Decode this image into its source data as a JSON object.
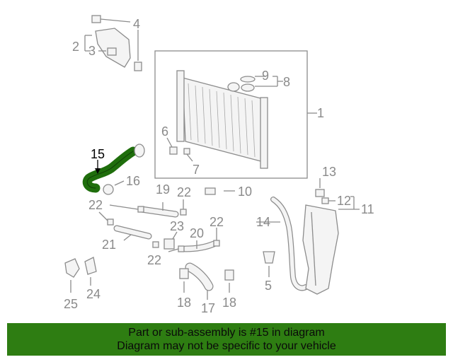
{
  "callouts": {
    "c1": "1",
    "c2": "2",
    "c3": "3",
    "c4": "4",
    "c5": "5",
    "c6": "6",
    "c7": "7",
    "c8": "8",
    "c9": "9",
    "c10": "10",
    "c11": "11",
    "c12": "12",
    "c13": "13",
    "c14": "14",
    "c15": "15",
    "c16": "16",
    "c17": "17",
    "c18a": "18",
    "c18b": "18",
    "c19": "19",
    "c20": "20",
    "c21": "21",
    "c22a": "22",
    "c22b": "22",
    "c22c": "22",
    "c22d": "22",
    "c23": "23",
    "c24": "24",
    "c25": "25"
  },
  "highlight": {
    "part_number": "15",
    "color": "#1f6e0c"
  },
  "banner": {
    "line1": "Part or sub-assembly is #15 in diagram",
    "line2": "Diagram may not be specific to your vehicle",
    "background": "#2e7d12"
  }
}
